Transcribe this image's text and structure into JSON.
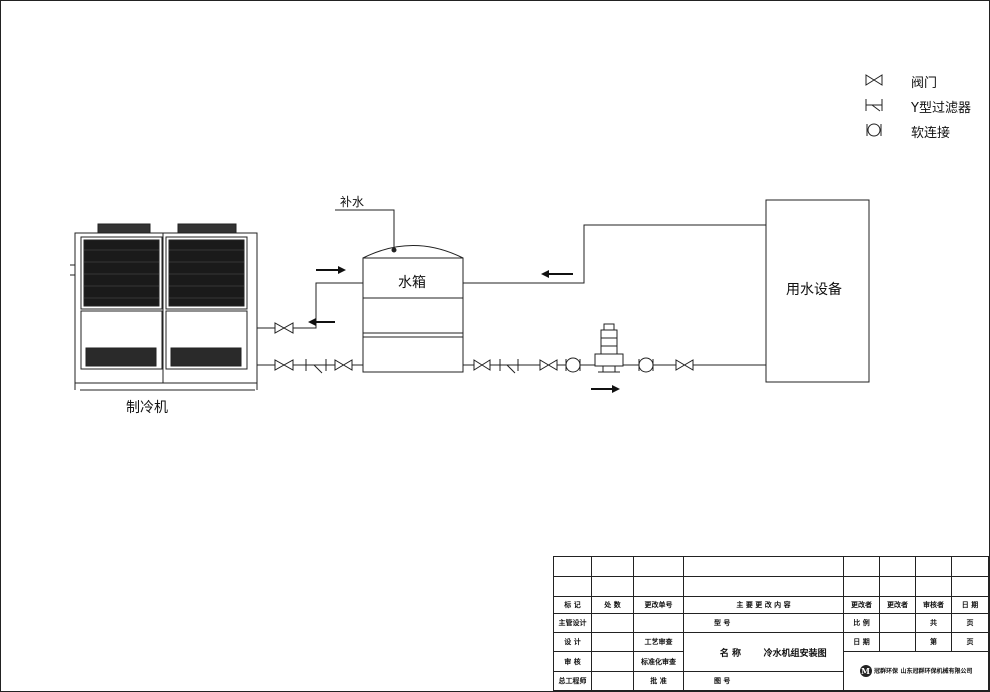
{
  "legend": {
    "valve": "阀门",
    "y_filter": "Y型过滤器",
    "flex_joint": "软连接"
  },
  "labels": {
    "makeup_water": "补水",
    "water_tank": "水箱",
    "chiller": "制冷机",
    "water_equipment": "用水设备"
  },
  "title_block": {
    "row_headers": [
      "标 记",
      "处 数",
      "更改单号",
      "主 要 更 改 内 容",
      "更改者",
      "更改者",
      "审核者",
      "日 期"
    ],
    "main_design": "主管设计",
    "design": "设 计",
    "review": "审 核",
    "process": "工艺审查",
    "standard": "标准化审查",
    "approve": "批 准",
    "chief": "总工程师",
    "model_label": "型 号",
    "name_label": "名 称",
    "drawing_no_label": "图 号",
    "drawing_name": "冷水机组安装图",
    "scale_label": "比 例",
    "date_label": "日 期",
    "total_label": "共",
    "page_label": "页",
    "sheet_label": "第",
    "sheet_page": "页",
    "company": "山东冠群环保机械有限公司",
    "logo_text": "冠群环保"
  }
}
